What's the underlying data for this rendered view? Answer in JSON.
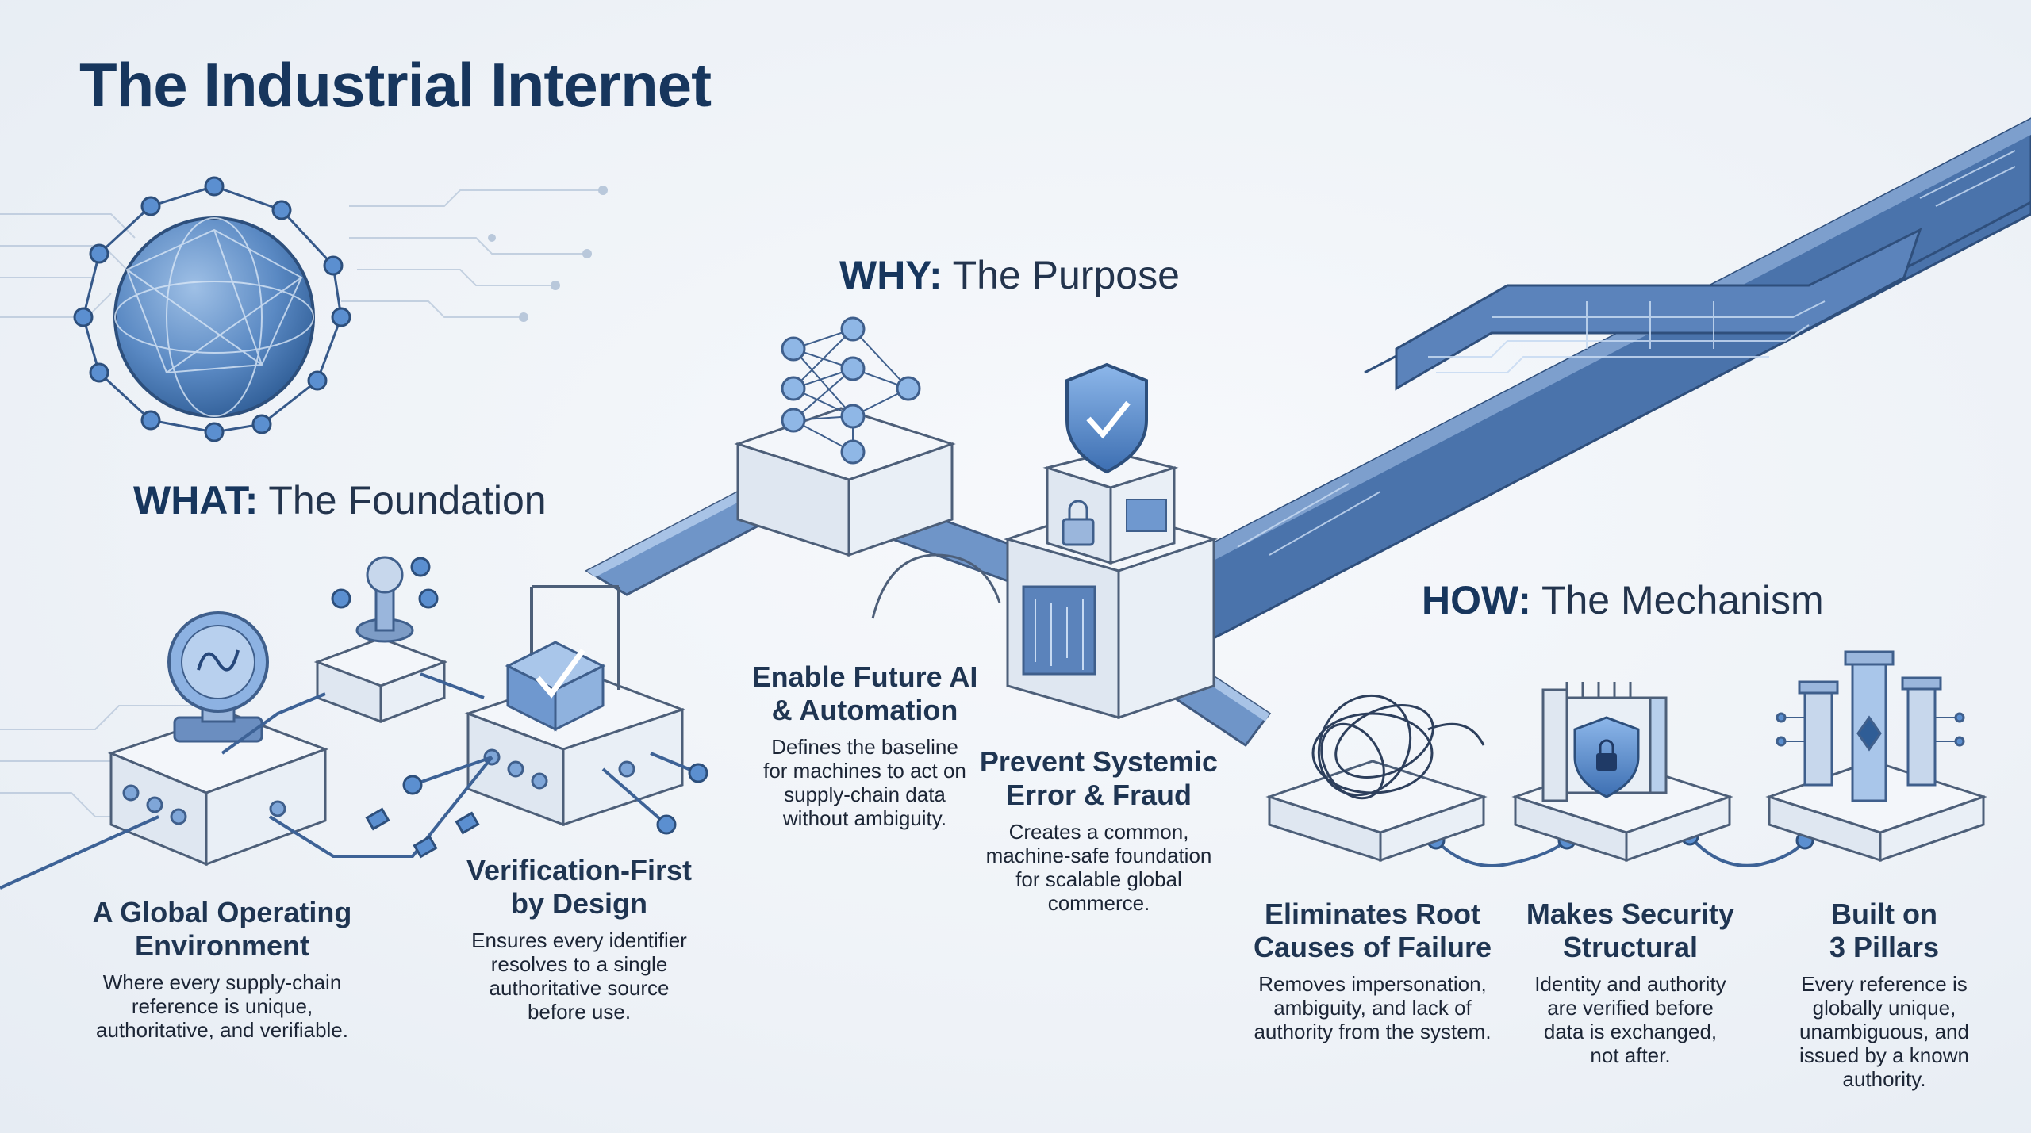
{
  "title": "The Industrial Internet",
  "sections": {
    "what": {
      "key": "WHAT:",
      "label": "The Foundation"
    },
    "why": {
      "key": "WHY:",
      "label": "The Purpose"
    },
    "how": {
      "key": "HOW:",
      "label": "The Mechanism"
    }
  },
  "cards": {
    "global": {
      "title_1": "A Global Operating",
      "title_2": "Environment",
      "desc_1": "Where every supply-chain",
      "desc_2": "reference is unique,",
      "desc_3": "authoritative, and verifiable."
    },
    "verification": {
      "title_1": "Verification-First",
      "title_2": "by Design",
      "desc_1": "Ensures every identifier",
      "desc_2": "resolves to a single",
      "desc_3": "authoritative source",
      "desc_4": "before use."
    },
    "future_ai": {
      "title_1": "Enable Future AI",
      "title_2": "& Automation",
      "desc_1": "Defines the baseline",
      "desc_2": "for machines to act on",
      "desc_3": "supply-chain data",
      "desc_4": "without ambiguity."
    },
    "systemic": {
      "title_1": "Prevent Systemic",
      "title_2": "Error & Fraud",
      "desc_1": "Creates a common,",
      "desc_2": "machine-safe foundation",
      "desc_3": "for scalable global",
      "desc_4": "commerce."
    },
    "root_causes": {
      "title_1": "Eliminates Root",
      "title_2": "Causes of Failure",
      "desc_1": "Removes impersonation,",
      "desc_2": "ambiguity, and lack of",
      "desc_3": "authority from the system."
    },
    "security": {
      "title_1": "Makes Security",
      "title_2": "Structural",
      "desc_1": "Identity and authority",
      "desc_2": "are verified before",
      "desc_3": "data is exchanged,",
      "desc_4": "not after."
    },
    "pillars": {
      "title_1": "Built on",
      "title_2": "3 Pillars",
      "desc_1": "Every reference is",
      "desc_2": "globally unique,",
      "desc_3": "unambiguous, and",
      "desc_4": "issued by a known",
      "desc_5": "authority."
    }
  },
  "icons": {
    "globe": "network-globe-icon",
    "stamp": "certification-stamp-icon",
    "joystick": "joystick-icon",
    "verify_box": "verified-package-icon",
    "neural": "neural-network-icon",
    "shield": "shield-check-icon",
    "lock": "padlock-icon",
    "tangle": "tangled-wire-icon",
    "secure_door": "secure-door-shield-icon",
    "pillars": "three-pillars-icon"
  },
  "colors": {
    "primary": "#17365d",
    "accent": "#4a7fc1",
    "light_accent": "#8fb4e0",
    "device_face": "#e4ebf4",
    "device_top": "#f3f6fa",
    "outline": "#4d5f79",
    "background": "#eef2f7"
  }
}
